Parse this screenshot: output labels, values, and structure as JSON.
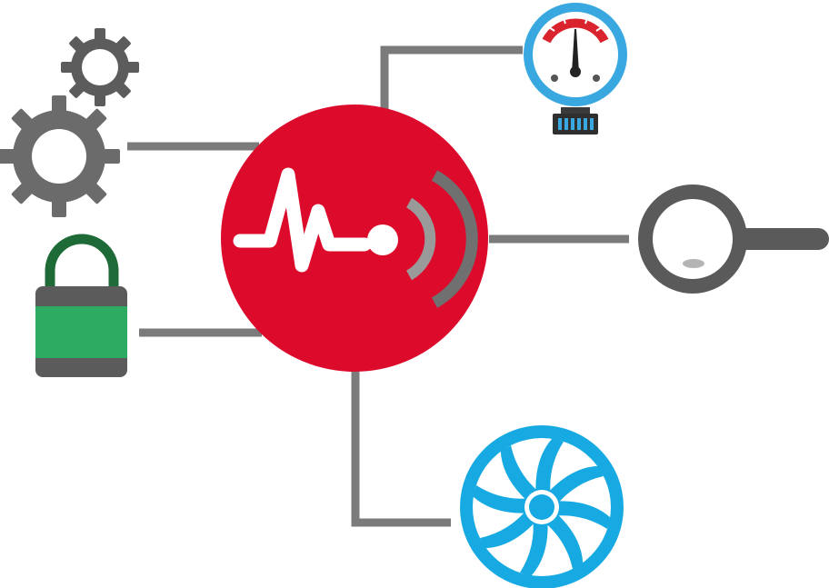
{
  "diagram": {
    "hub": {
      "icon": "heartbeat-signal-icon",
      "color": "#dc0a2b"
    },
    "nodes": [
      {
        "id": "gears",
        "icon": "gears-icon",
        "color": "#6b6b6b"
      },
      {
        "id": "lock",
        "icon": "padlock-icon",
        "color": "#2eab62"
      },
      {
        "id": "gauge",
        "icon": "pressure-gauge-icon",
        "color": "#3aa8e0"
      },
      {
        "id": "probe",
        "icon": "magnifier-probe-icon",
        "color": "#5a5a5a"
      },
      {
        "id": "fan",
        "icon": "fan-icon",
        "color": "#17a9e1"
      }
    ],
    "connector_color": "#7b7b7b"
  }
}
